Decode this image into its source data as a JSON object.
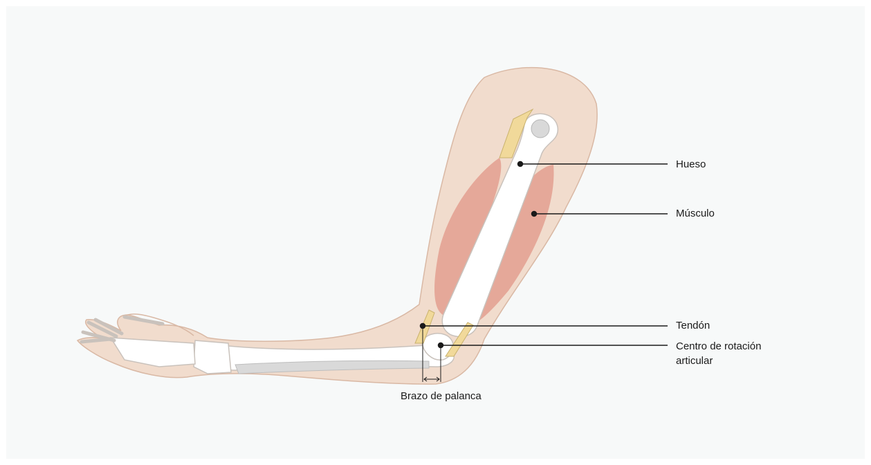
{
  "labels": {
    "bone": "Hueso",
    "muscle": "Músculo",
    "tendon": "Tendón",
    "joint_center_line1": "Centro de rotación",
    "joint_center_line2": "articular",
    "lever_arm": "Brazo de palanca"
  },
  "colors": {
    "background": "#f7f9f9",
    "skin": "#f1dccd",
    "skin_outline": "#d9b8a4",
    "muscle": "#e3a293",
    "bone": "#ffffff",
    "bone_outline": "#c9c2bc",
    "tendon": "#f1d99a",
    "leader_line": "#1a1a1a"
  }
}
